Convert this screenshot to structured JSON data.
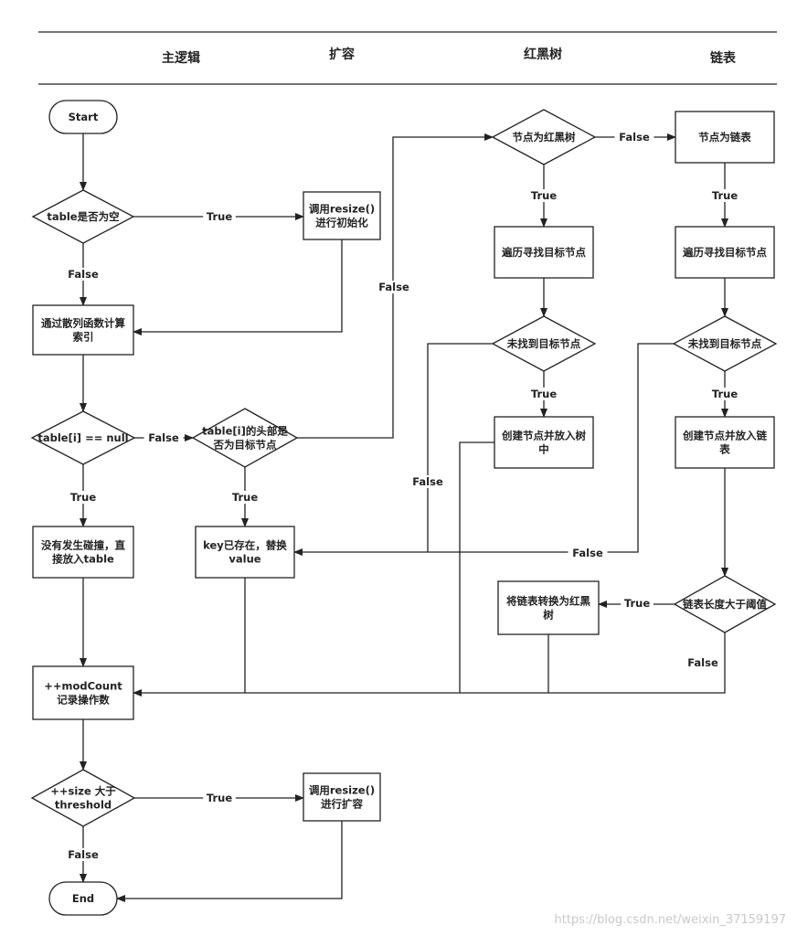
{
  "headers": [
    "主逻辑",
    "扩容",
    "红黑树",
    "链表"
  ],
  "nodes": {
    "start": [
      "Start"
    ],
    "table_empty": [
      "table是否为空"
    ],
    "init_resize": [
      "调用resize()",
      "进行初始化"
    ],
    "calc_index": [
      "通过散列函数计算",
      "索引"
    ],
    "slot_null": [
      "table[i] == null"
    ],
    "head_is_target": [
      "table[i]的头部是",
      "否为目标节点"
    ],
    "put_direct": [
      "没有发生碰撞，直",
      "接放入table"
    ],
    "key_exists": [
      "key已存在，替换",
      "value"
    ],
    "is_tree": [
      "节点为红黑树"
    ],
    "is_list": [
      "节点为链表"
    ],
    "tree_traverse": [
      "遍历寻找目标节点"
    ],
    "list_traverse": [
      "遍历寻找目标节点"
    ],
    "tree_not_found": [
      "未找到目标节点"
    ],
    "list_not_found": [
      "未找到目标节点"
    ],
    "tree_insert": [
      "创建节点并放入树",
      "中"
    ],
    "list_insert": [
      "创建节点并放入链",
      "表"
    ],
    "list_len_check": [
      "链表长度大于阈值"
    ],
    "treeify": [
      "将链表转换为红黑",
      "树"
    ],
    "mod_count": [
      "++modCount",
      "记录操作数"
    ],
    "size_check": [
      "++size 大于",
      "threshold"
    ],
    "resize_expand": [
      "调用resize()",
      "进行扩容"
    ],
    "end": [
      "End"
    ]
  },
  "edge_labels": {
    "empty_true": "True",
    "empty_false": "False",
    "null_false": "False",
    "null_true": "True",
    "head_false": "False",
    "head_true": "True",
    "tree_false": "False",
    "tree_true": "True",
    "list_branch_true": "True",
    "tree_notfound_true": "True",
    "tree_notfound_false": "False",
    "list_notfound_true": "True",
    "list_notfound_false": "False",
    "len_true": "True",
    "len_false": "False",
    "size_true": "True",
    "size_false": "False"
  },
  "watermark": "https://blog.csdn.net/weixin_37159197"
}
